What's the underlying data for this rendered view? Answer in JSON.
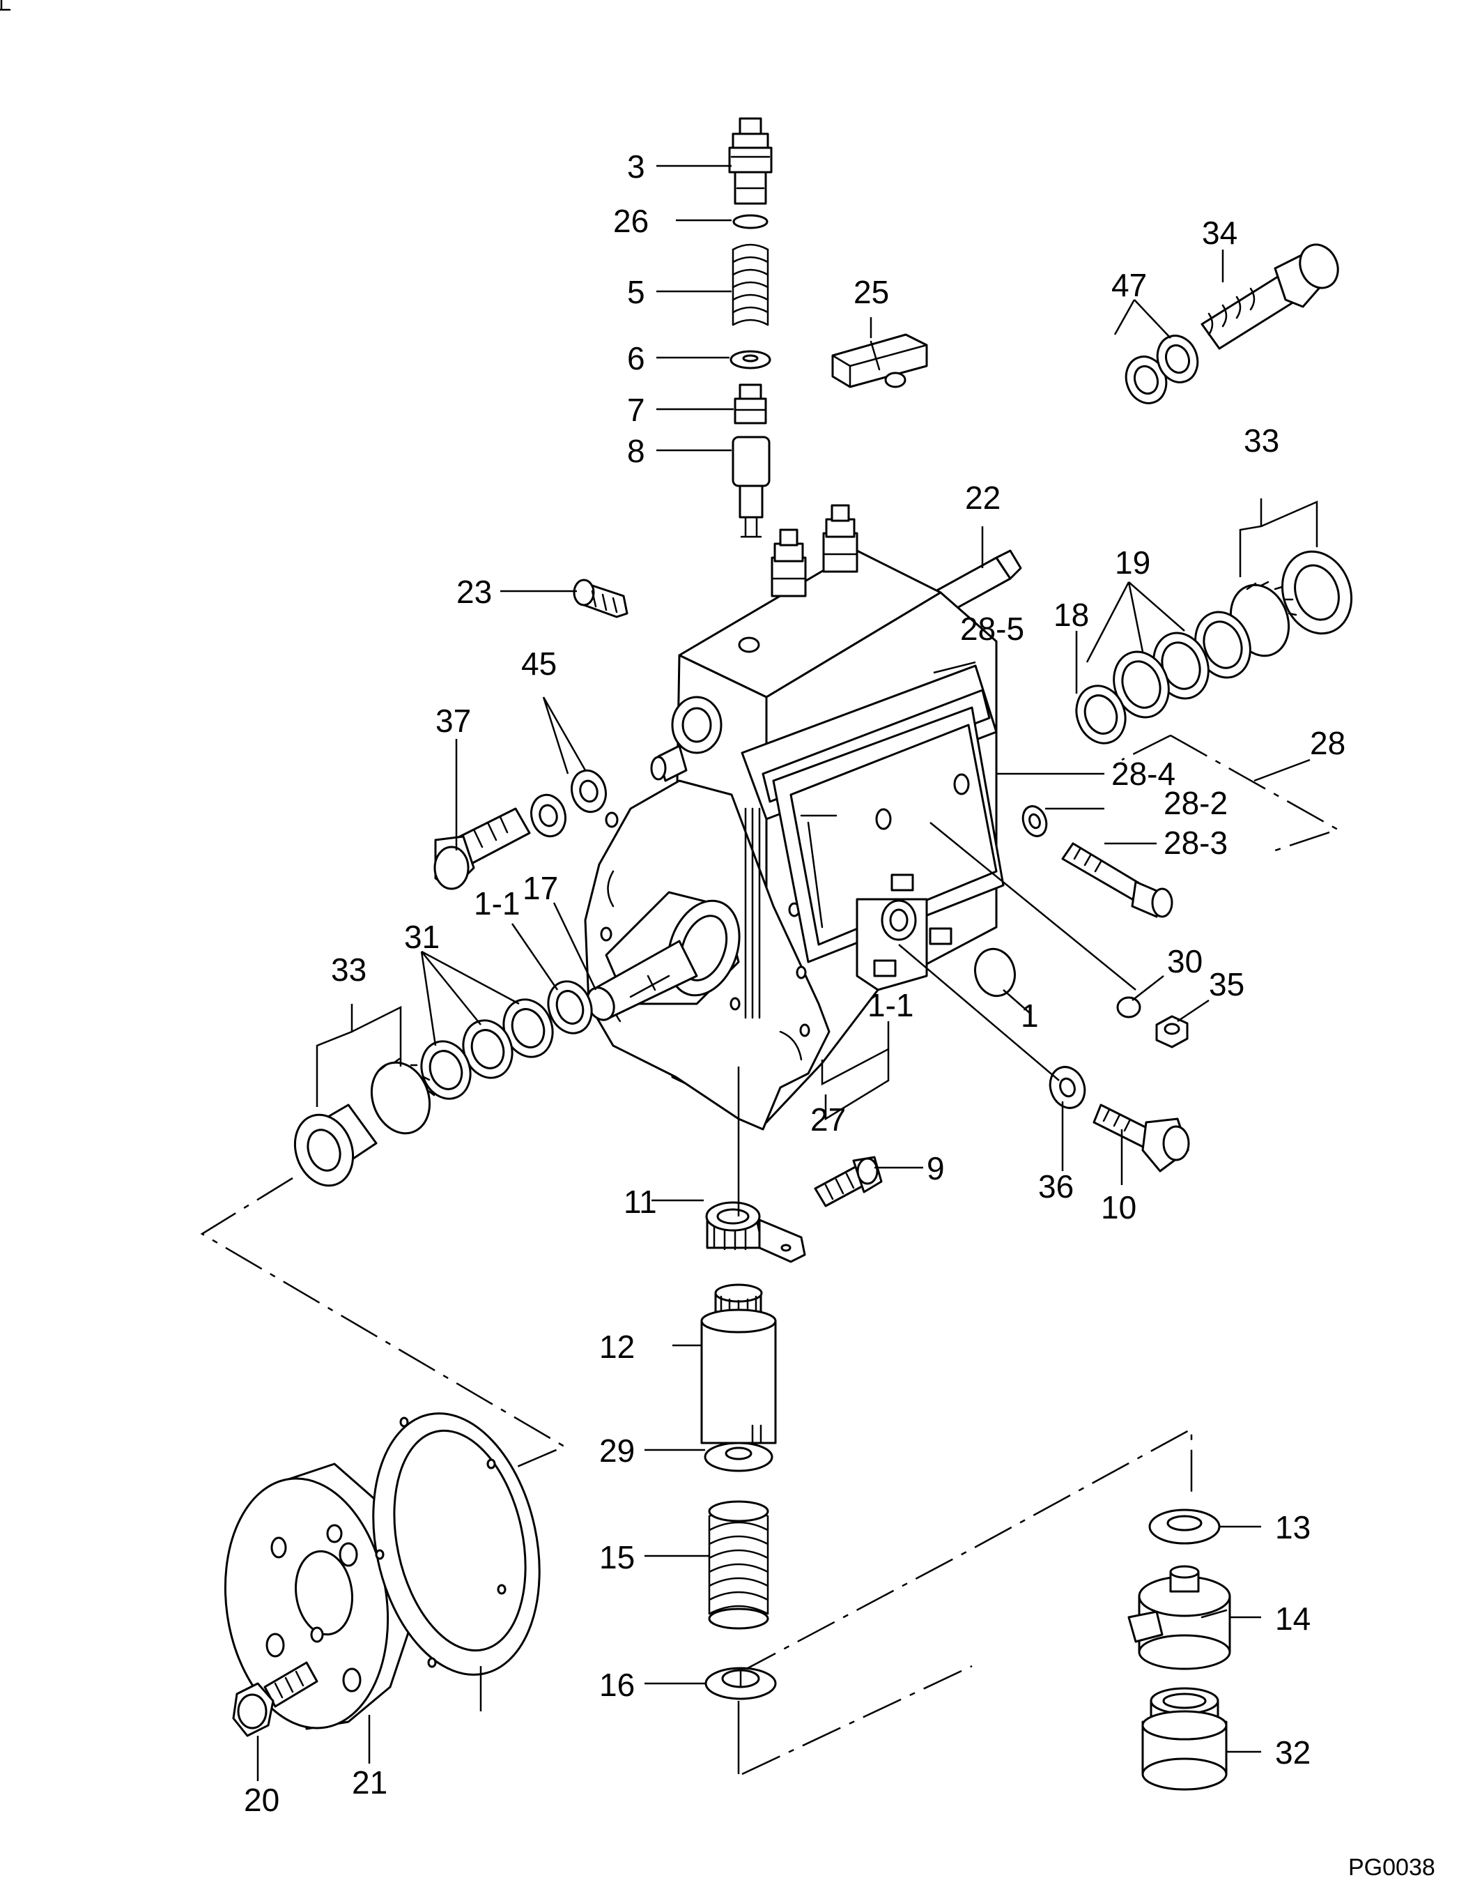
{
  "colors": {
    "ink": "#000000",
    "paper": "#ffffff"
  },
  "diagram": {
    "drawing_code": "PG0038",
    "callouts": [
      "3",
      "26",
      "5",
      "6",
      "7",
      "8",
      "25",
      "47",
      "34",
      "22",
      "23",
      "33",
      "19",
      "18",
      "28-5",
      "45",
      "37",
      "28",
      "28-4",
      "28-2",
      "28-3",
      "17",
      "1-1",
      "31",
      "30",
      "35",
      "1",
      "27",
      "36",
      "10",
      "9",
      "11",
      "12",
      "29",
      "13",
      "15",
      "14",
      "16",
      "32",
      "20",
      "21"
    ]
  }
}
